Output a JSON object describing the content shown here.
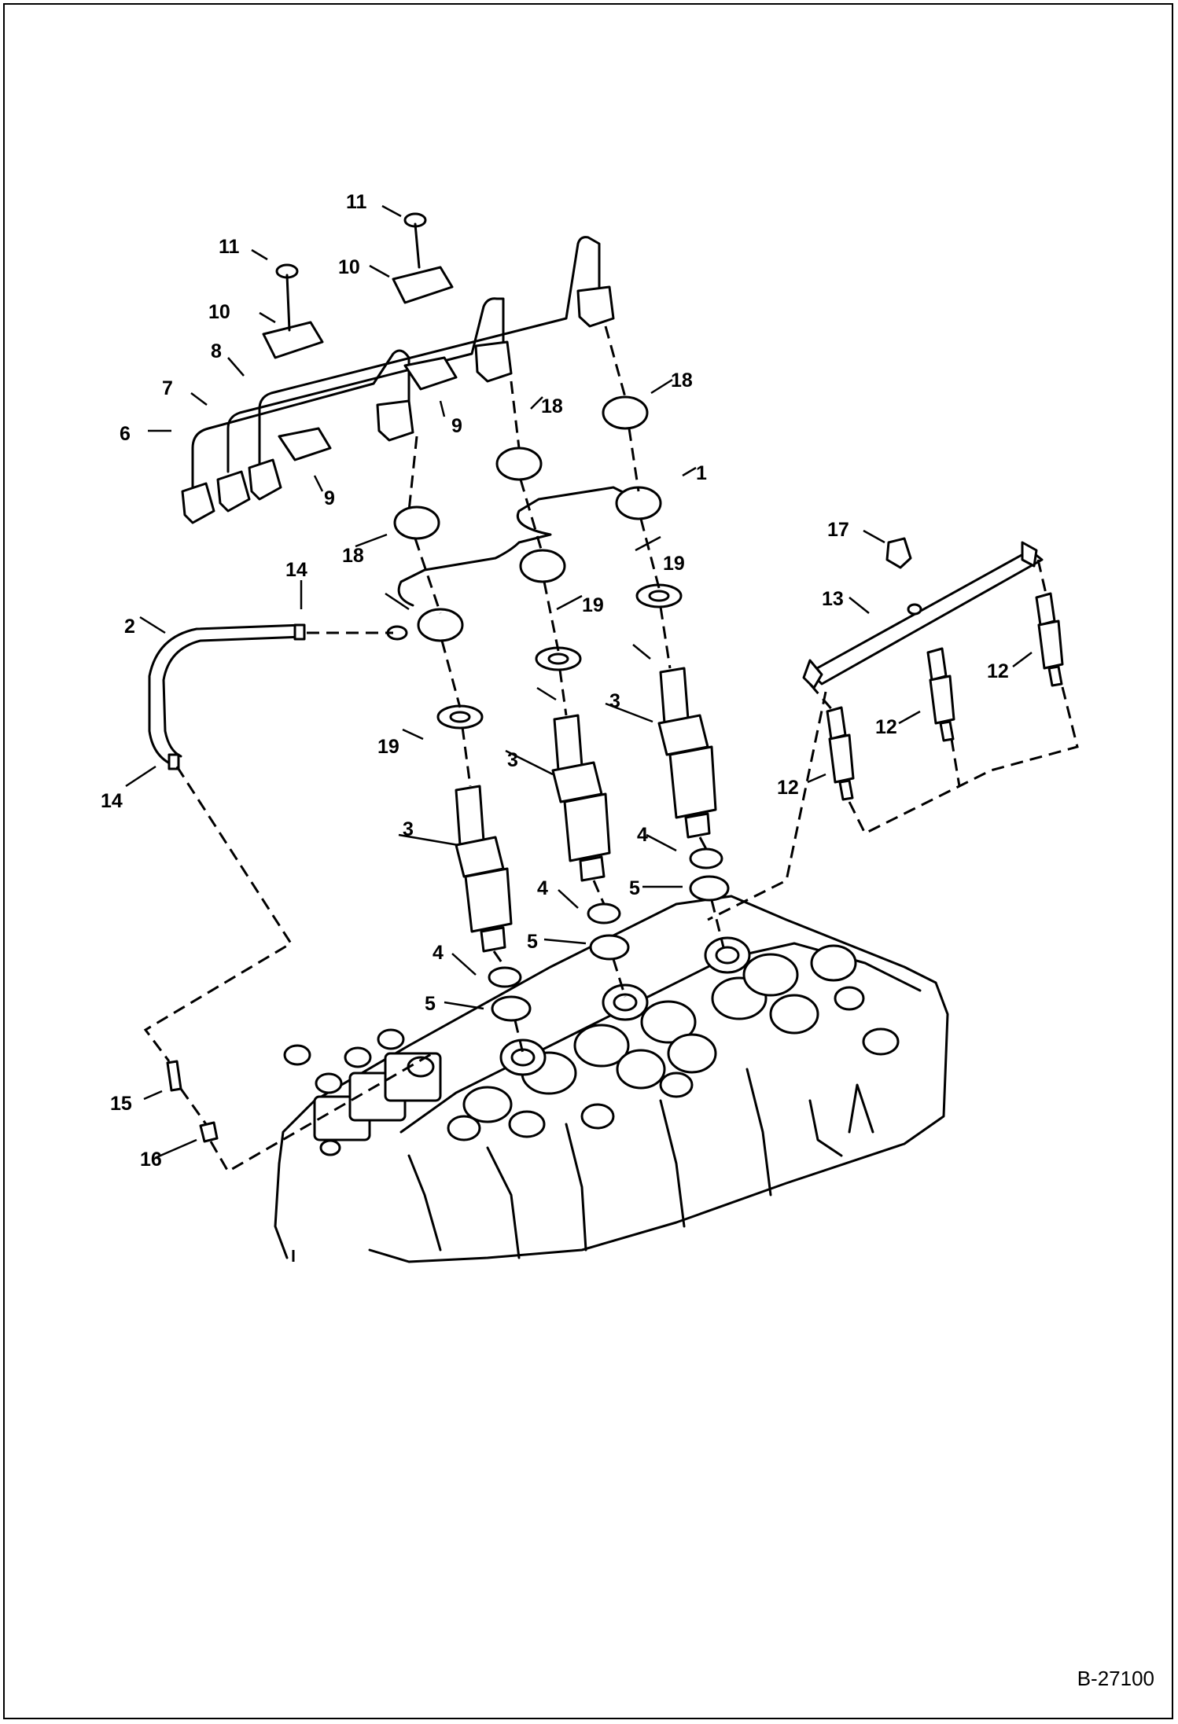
{
  "document_number": "B-27100",
  "callouts": {
    "c1": "1",
    "c2": "2",
    "c3a": "3",
    "c3b": "3",
    "c3c": "3",
    "c4a": "4",
    "c4b": "4",
    "c4c": "4",
    "c5a": "5",
    "c5b": "5",
    "c5c": "5",
    "c6": "6",
    "c7": "7",
    "c8": "8",
    "c9a": "9",
    "c9b": "9",
    "c10a": "10",
    "c10b": "10",
    "c11a": "11",
    "c11b": "11",
    "c12a": "12",
    "c12b": "12",
    "c12c": "12",
    "c13": "13",
    "c14a": "14",
    "c14b": "14",
    "c15": "15",
    "c16": "16",
    "c17": "17",
    "c18a": "18",
    "c18b": "18",
    "c18c": "18",
    "c19a": "19",
    "c19b": "19",
    "c19c": "19"
  }
}
